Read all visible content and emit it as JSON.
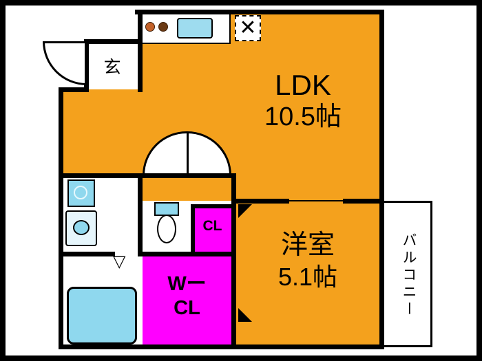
{
  "plan": {
    "rooms": {
      "ldk": {
        "name": "LDK",
        "size": "10.5帖"
      },
      "western_room": {
        "name": "洋室",
        "size": "5.1帖"
      },
      "entrance": {
        "name": "玄"
      },
      "closet": {
        "name": "CL"
      },
      "walk_in_closet": {
        "line1": "Wー",
        "line2": "CL"
      },
      "balcony": {
        "name": "バルコニー"
      }
    },
    "symbols": {
      "stove_cross": "✕",
      "bath_door_triangle": "▽"
    },
    "colors": {
      "room_orange": "#F4A11D",
      "storage_magenta": "#FF00FF",
      "fixture_cyan": "#8FD8EE",
      "wall_black": "#000000"
    },
    "icons": {
      "entrance_door": "entrance-door-arc",
      "interior_door": "double-door-arc",
      "kitchen": [
        "stove-burners",
        "kitchen-sink",
        "range-space"
      ],
      "washroom": [
        "washing-machine-icon",
        "vanity-sink-icon"
      ],
      "toilet": "toilet-icon",
      "bath": "bathtub-icon"
    }
  }
}
